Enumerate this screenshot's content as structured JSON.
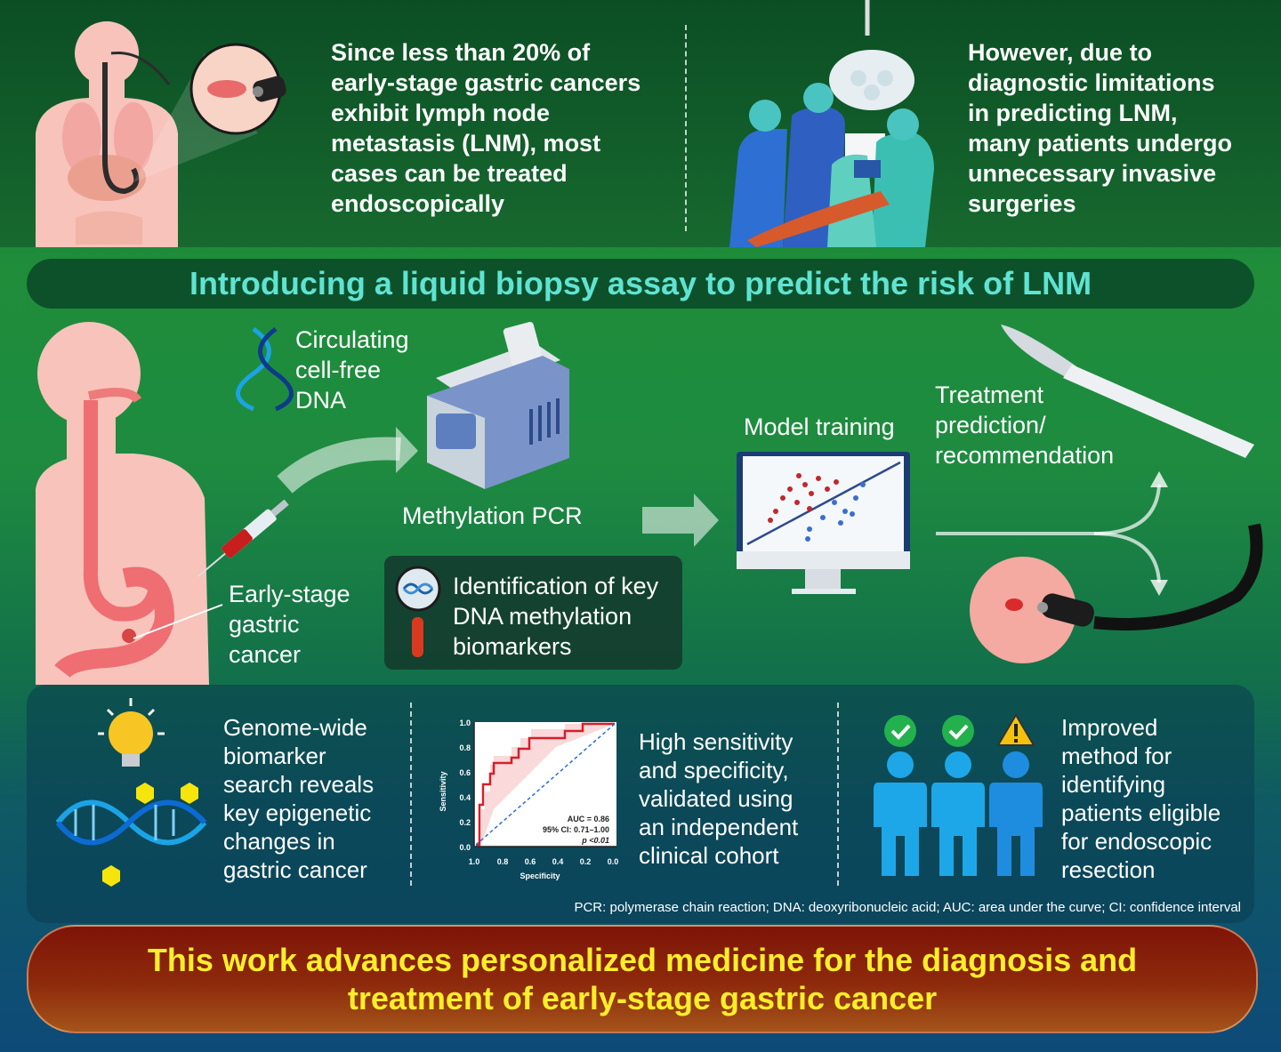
{
  "top": {
    "left_text": [
      "Since less than 20% of",
      "early-stage gastric cancers",
      "exhibit lymph node",
      "metastasis (LNM), most",
      "cases can be treated",
      "endoscopically"
    ],
    "right_text": [
      "However, due to",
      "diagnostic limitations",
      "in predicting LNM,",
      "many patients undergo",
      "unnecessary invasive",
      "surgeries"
    ]
  },
  "title": "Introducing a liquid biopsy assay to predict the risk of LNM",
  "workflow": {
    "cfdna_label": [
      "Circulating",
      "cell-free",
      "DNA"
    ],
    "pcr_label": "Methylation PCR",
    "cancer_label": [
      "Early-stage",
      "gastric",
      "cancer"
    ],
    "identification_label": [
      "Identification of key",
      "DNA methylation",
      "biomarkers"
    ],
    "model_label": "Model training",
    "treatment_label": [
      "Treatment",
      "prediction/",
      "recommendation"
    ]
  },
  "bottom": {
    "genome_text": [
      "Genome-wide",
      "biomarker",
      "search reveals",
      "key epigenetic",
      "changes in",
      "gastric cancer"
    ],
    "validation_text": [
      "High sensitivity",
      "and specificity,",
      "validated using",
      "an independent",
      "clinical cohort"
    ],
    "improved_text": [
      "Improved",
      "method for",
      "identifying",
      "patients eligible",
      "for endoscopic",
      "resection"
    ],
    "roc": {
      "ylabel": "Sensitivity",
      "xlabel": "Specificity",
      "y_ticks": [
        "1.0",
        "0.8",
        "0.6",
        "0.4",
        "0.2",
        "0.0"
      ],
      "x_ticks": [
        "1.0",
        "0.8",
        "0.6",
        "0.4",
        "0.2",
        "0.0"
      ],
      "auc": "AUC = 0.86",
      "ci": "95% CI: 0.71–1.00",
      "p": "p <0.01"
    }
  },
  "abbreviations": "PCR: polymerase chain reaction; DNA: deoxyribonucleic acid; AUC: area under the curve; CI: confidence interval",
  "conclusion": [
    "This work advances personalized medicine for the diagnosis and",
    "treatment of early-stage gastric cancer"
  ],
  "colors": {
    "title": "#5fe3d3",
    "conclusion": "#ffee2a",
    "check": "#22b14c",
    "warning": "#f4c20d",
    "person": "#1ea7e8"
  }
}
